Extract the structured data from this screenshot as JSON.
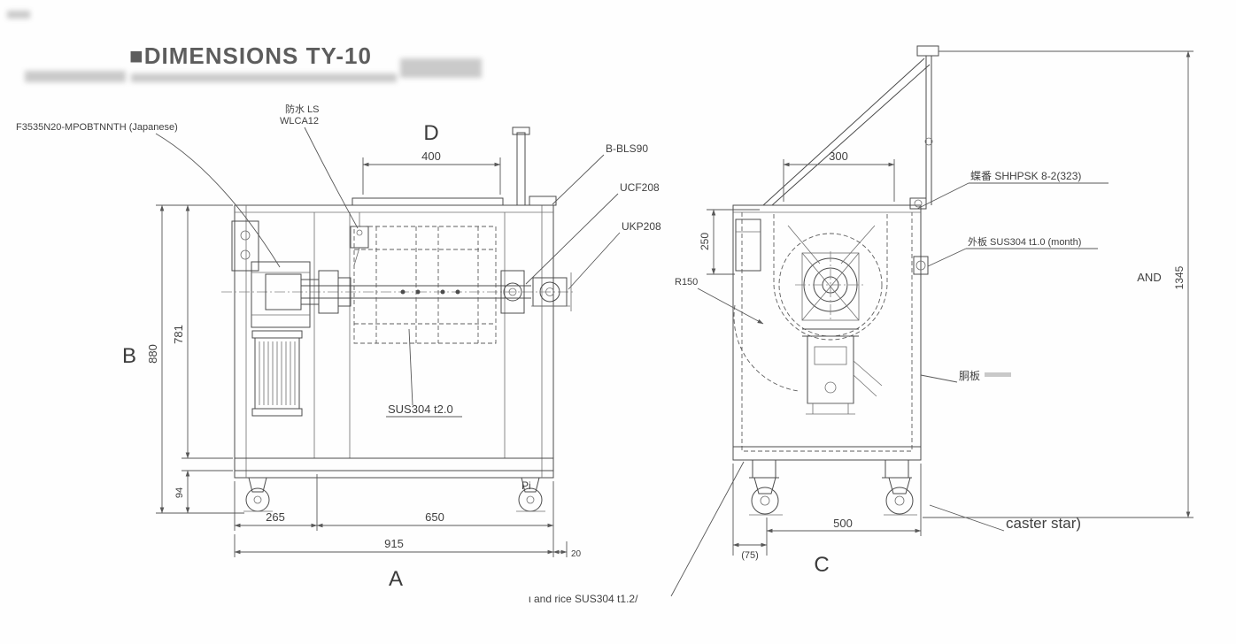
{
  "title": {
    "text": "■DIMENSIONS TY-10"
  },
  "front_view": {
    "letters": {
      "top": "D",
      "left": "B",
      "bottom": "A"
    },
    "dims": {
      "opening_width": "400",
      "overall_height": "880",
      "body_height": "781",
      "caster_height": "94",
      "motor_bay_width": "265",
      "trough_width": "650",
      "overall_width": "915",
      "edge_offset": "20"
    },
    "annotations": {
      "motor": "F3535N20-MPOBTNNTH (Japanese)",
      "limit_switch_line1": "防水 LS",
      "limit_switch_line2": "WLCA12",
      "handle": "B-BLS90",
      "flange_bearing": "UCF208",
      "pillow_bearing": "UKP208",
      "paddle_material": "SUS304 t2.0",
      "pi": "Pi"
    }
  },
  "side_view": {
    "letters": {
      "bottom": "C"
    },
    "dims": {
      "opening_depth": "300",
      "lid_offset": "250",
      "trough_radius": "R150",
      "base_depth": "500",
      "caster_offset": "(75)",
      "open_height": "1345"
    },
    "annotations": {
      "hinge": "蝶番 SHHPSK 8-2(323)",
      "outer_panel": "外板 SUS304 t1.0 (month)",
      "body_panel": "胴板",
      "and_note": "AND",
      "caster": "caster star)",
      "inner_panel": "ι and rice SUS304 t1.2/"
    }
  }
}
